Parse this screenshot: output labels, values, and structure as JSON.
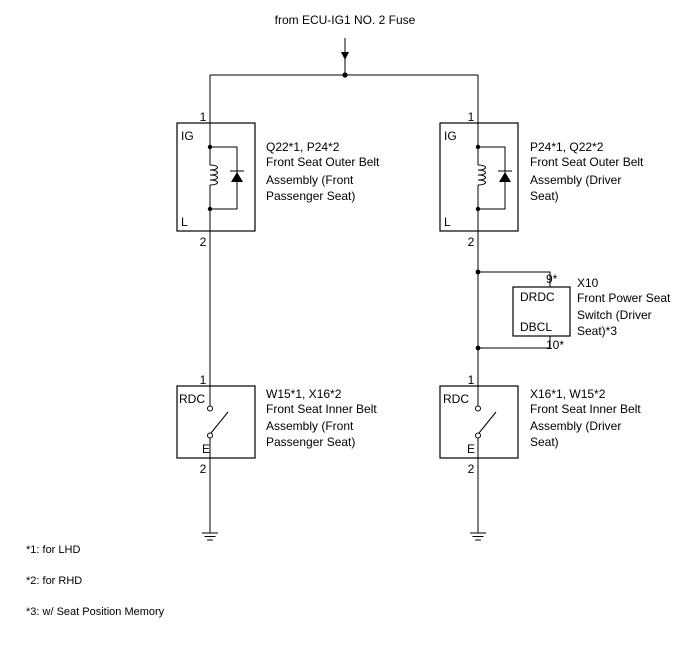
{
  "source_label": "from ECU-IG1 NO. 2 Fuse",
  "components": {
    "outer_belt_passenger": {
      "pin_top": "1",
      "pin_bottom": "2",
      "term_top": "IG",
      "term_bottom": "L",
      "desc": [
        "Q22*1, P24*2",
        "Front Seat Outer Belt",
        "Assembly (Front",
        "Passenger Seat)"
      ]
    },
    "outer_belt_driver": {
      "pin_top": "1",
      "pin_bottom": "2",
      "term_top": "IG",
      "term_bottom": "L",
      "desc": [
        "P24*1, Q22*2",
        "Front Seat Outer Belt",
        "Assembly (Driver",
        "Seat)"
      ]
    },
    "power_seat_switch": {
      "pin_top": "9*",
      "pin_bottom": "10*",
      "term_top": "DRDC",
      "term_bottom": "DBCL",
      "desc": [
        "X10",
        "Front Power Seat",
        "Switch (Driver",
        "Seat)*3"
      ]
    },
    "inner_belt_passenger": {
      "pin_top": "1",
      "pin_bottom": "2",
      "term_top": "RDC",
      "term_bottom": "E",
      "desc": [
        "W15*1, X16*2",
        "Front Seat Inner Belt",
        "Assembly (Front",
        "Passenger Seat)"
      ]
    },
    "inner_belt_driver": {
      "pin_top": "1",
      "pin_bottom": "2",
      "term_top": "RDC",
      "term_bottom": "E",
      "desc": [
        "X16*1, W15*2",
        "Front Seat Inner Belt",
        "Assembly (Driver",
        "Seat)"
      ]
    }
  },
  "notes": [
    "*1: for LHD",
    "*2: for RHD",
    "*3: w/ Seat Position Memory"
  ]
}
